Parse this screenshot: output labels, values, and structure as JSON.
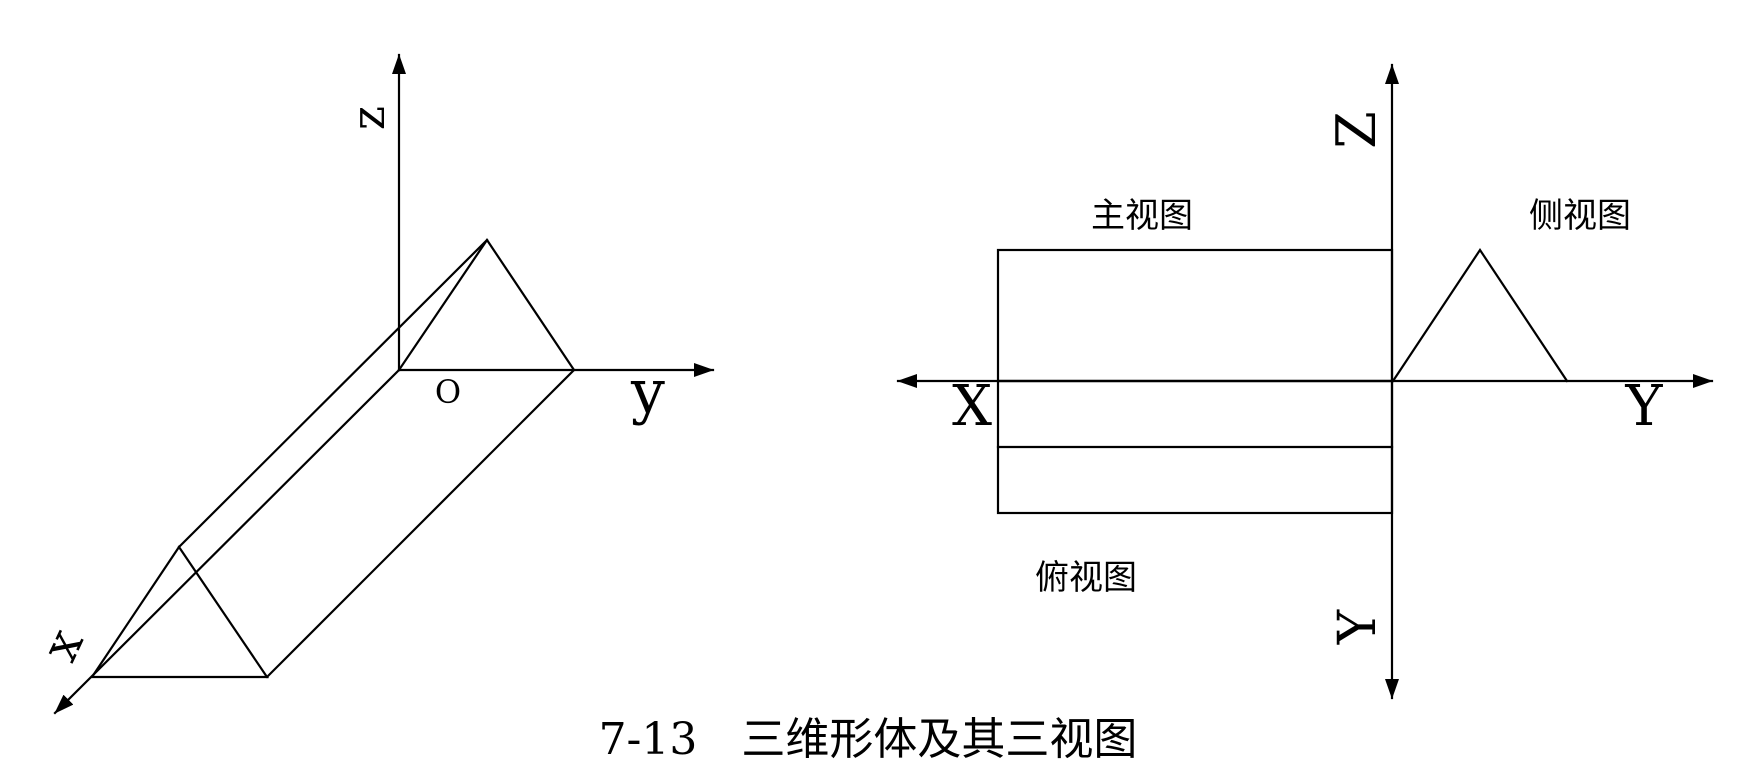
{
  "left_view": {
    "axis_z_label": "z",
    "axis_y_label": "y",
    "axis_x_label": "x",
    "origin_label": "O"
  },
  "right_view": {
    "axis_z_label": "Z",
    "axis_x_label": "X",
    "axis_y_right_label": "Y",
    "axis_y_down_label": "Y",
    "front_view_label": "主视图",
    "side_view_label": "侧视图",
    "top_view_label": "俯视图"
  },
  "caption": "7-13　三维形体及其三视图"
}
